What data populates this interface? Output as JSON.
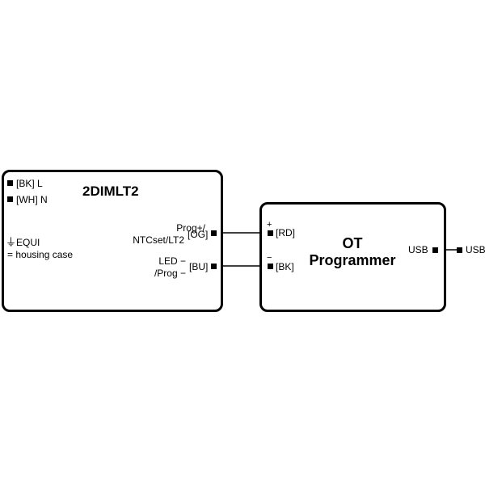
{
  "driver": {
    "name": "2DIMLT2",
    "terminals": {
      "bk_l": "[BK] L",
      "wh_n": "[WH] N",
      "equi_symbol": "⏚",
      "equi_label": "EQUI",
      "equi_note": "= housing case",
      "og_label_line1": "Prog+/",
      "og_label_line2": "NTCset/LT2",
      "og_code": "[OG]",
      "bu_label_line1": "LED −",
      "bu_label_line2": "/Prog −",
      "bu_code": "[BU]"
    }
  },
  "programmer": {
    "name_line1": "OT",
    "name_line2": "Programmer",
    "terminals": {
      "rd_polarity": "+",
      "rd_code": "[RD]",
      "bk_polarity": "−",
      "bk_code": "[BK]",
      "usb_internal": "USB",
      "usb_external": "USB"
    }
  }
}
